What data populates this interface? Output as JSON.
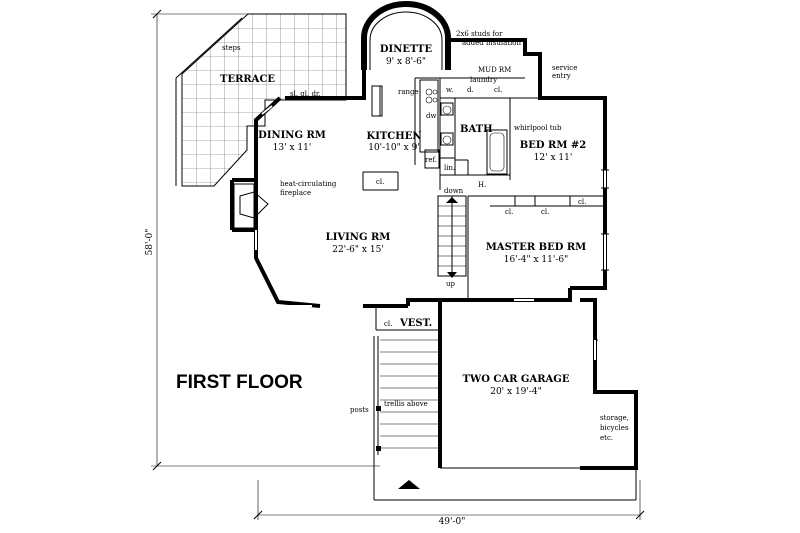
{
  "title": "FIRST FLOOR",
  "dimensions": {
    "height": "58'-0\"",
    "width": "49'-0\""
  },
  "rooms": {
    "terrace": "TERRACE",
    "steps": "steps",
    "sliding_glass_door": "sl. gl. dr.",
    "dinette": {
      "name": "DINETTE",
      "size": "9' x 8'-6\""
    },
    "studs_note": [
      "2x6 studs for",
      "added insulation"
    ],
    "mud_room": {
      "name": "MUD RM",
      "sub": "laundry"
    },
    "service_entry": [
      "service",
      "entry"
    ],
    "range": "range",
    "dw": "dw",
    "ref": "ref.",
    "lin": "lin.",
    "washer": "w.",
    "dryer": "d.",
    "mud_closet": "cl.",
    "kitchen": {
      "name": "KITCHEN",
      "size": "10'-10\" x 9'"
    },
    "kitchen_closet": "cl.",
    "bath": "BATH",
    "whirlpool": "whirlpool tub",
    "bed2": {
      "name": "BED RM #2",
      "size": "12' x 11'"
    },
    "dining": {
      "name": "DINING RM",
      "size": "13' x 11'"
    },
    "fireplace": [
      "heat-circulating",
      "fireplace"
    ],
    "down": "down",
    "hall": "H.",
    "master_closet_1": "cl.",
    "master_closet_2": "cl.",
    "bed2_closet": "cl.",
    "living": {
      "name": "LIVING RM",
      "size": "22'-6\" x 15'"
    },
    "master": {
      "name": "MASTER BED RM",
      "size": "16'-4\" x 11'-6\""
    },
    "up": "up",
    "vest_closet": "cl.",
    "vest": "VEST.",
    "garage": {
      "name": "TWO CAR GARAGE",
      "size": "20' x 19'-4\""
    },
    "trellis": "trellis above",
    "posts": "posts",
    "storage": [
      "storage,",
      "bicycles",
      "etc."
    ]
  }
}
